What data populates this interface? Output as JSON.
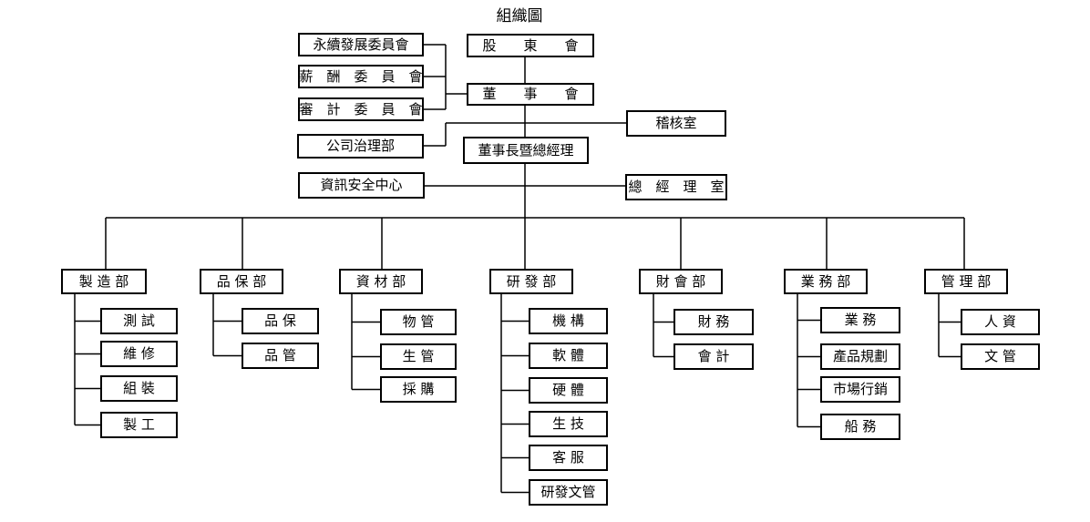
{
  "title": "組織圖",
  "top": {
    "shareholders": "股　　東　　會",
    "board": "董　　事　　會",
    "chairman_gm": "董事長暨總經理"
  },
  "committees": [
    "永續發展委員會",
    "薪　酬　委　員　會",
    "審　計　委　員　會"
  ],
  "governance": "公司治理部",
  "audit_office": "稽核室",
  "infosec": "資訊安全中心",
  "gm_office": "總　經　理　室",
  "departments": [
    {
      "name": "製 造 部",
      "units": [
        "測 試",
        "維 修",
        "組 裝",
        "製 工"
      ]
    },
    {
      "name": "品 保 部",
      "units": [
        "品 保",
        "品 管"
      ]
    },
    {
      "name": "資 材 部",
      "units": [
        "物 管",
        "生 管",
        "採 購"
      ]
    },
    {
      "name": "研 發 部",
      "units": [
        "機 構",
        "軟 體",
        "硬 體",
        "生 技",
        "客 服",
        "研發文管"
      ]
    },
    {
      "name": "財 會 部",
      "units": [
        "財 務",
        "會 計"
      ]
    },
    {
      "name": "業 務 部",
      "units": [
        "業 務",
        "產品規劃",
        "市場行銷",
        "船 務"
      ]
    },
    {
      "name": "管 理 部",
      "units": [
        "人 資",
        "文 管"
      ]
    }
  ]
}
